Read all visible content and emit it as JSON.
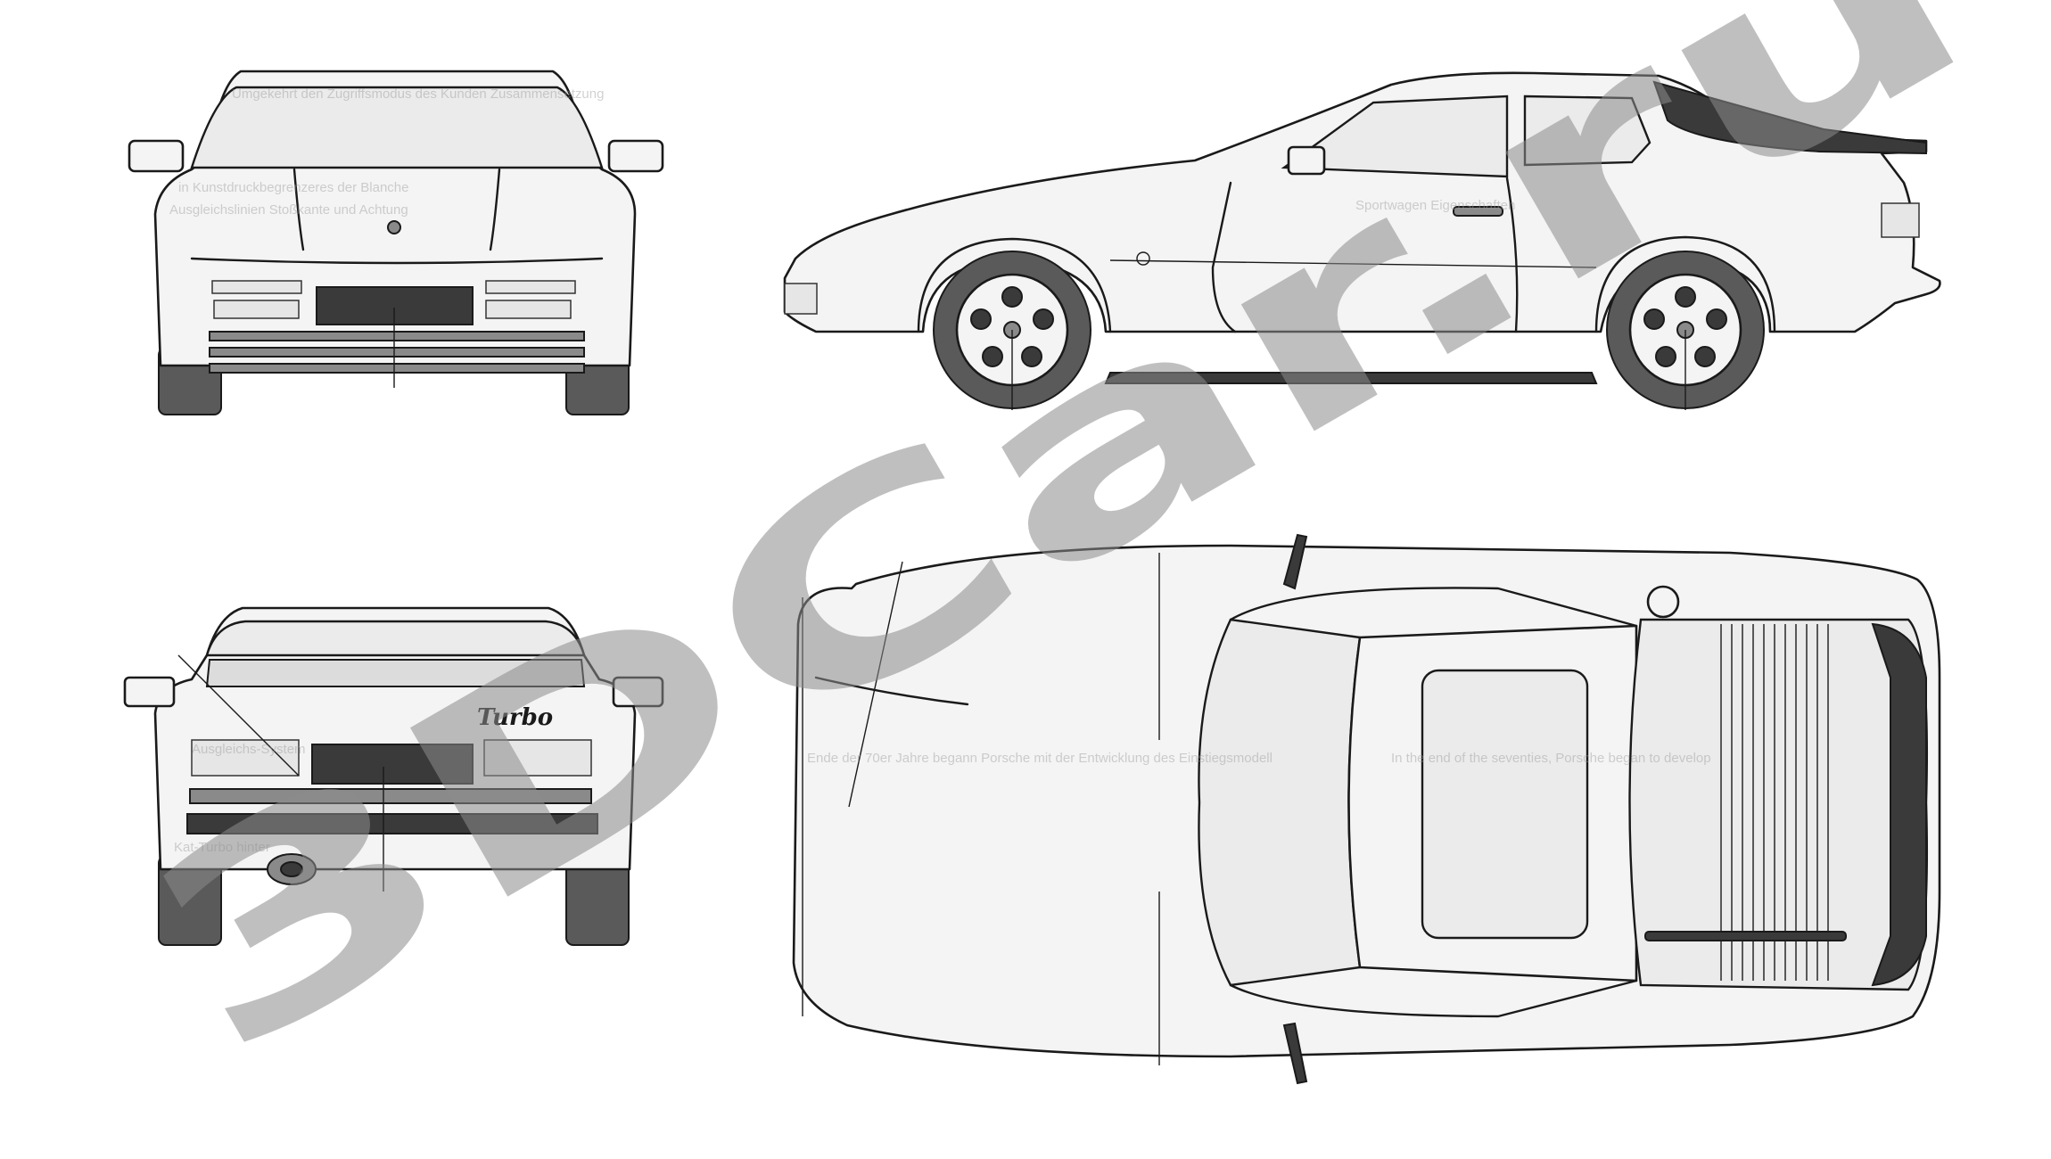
{
  "views": {
    "front": {
      "name": "front-view"
    },
    "side": {
      "name": "side-view"
    },
    "rear": {
      "name": "rear-view",
      "badge_text": "Turbo"
    },
    "top": {
      "name": "top-view"
    }
  },
  "watermark": {
    "text": "3DCar.ru"
  },
  "colors": {
    "line": "#1a1a1a",
    "body": "#f4f4f4",
    "dark": "#3a3a3a",
    "watermark": "#8c8c8c"
  }
}
